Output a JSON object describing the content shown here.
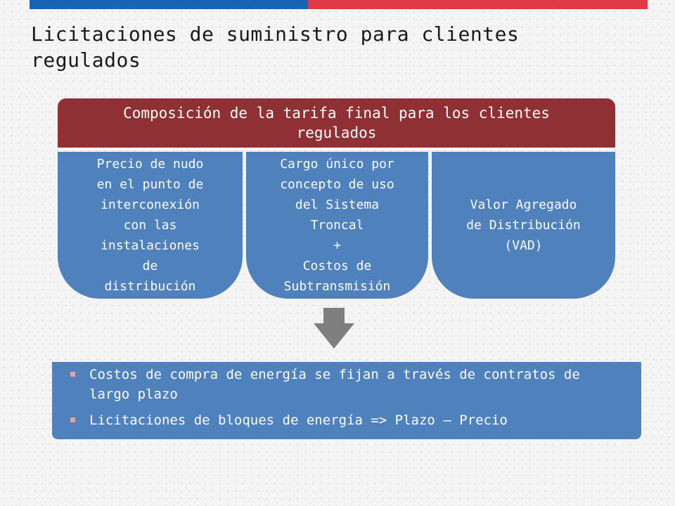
{
  "title": "Licitaciones de suministro para clientes regulados",
  "diagram": {
    "header": "Composición de la tarifa final para los clientes regulados",
    "components": [
      {
        "label": "Precio de nudo\nen el punto de\ninterconexión\ncon las\ninstalaciones\nde\ndistribución"
      },
      {
        "label": "Cargo único por\nconcepto de uso\ndel Sistema\nTroncal\n+\nCostos de\nSubtransmisión"
      },
      {
        "label": "Valor Agregado\nde Distribución\n(VAD)"
      }
    ],
    "arrow_icon": "down-arrow-icon"
  },
  "bullets": [
    {
      "text": "Costos de compra de energía se fijan a través de contratos de largo plazo"
    },
    {
      "text": "Licitaciones de bloques de energía => Plazo – Precio"
    }
  ],
  "colors": {
    "top_bar_blue": "#1565b2",
    "top_bar_red": "#e03845",
    "header_red": "#8f3134",
    "component_blue": "#4f81bd",
    "arrow_gray": "#7f7f7f",
    "bullet_marker": "#e8a0a4"
  }
}
